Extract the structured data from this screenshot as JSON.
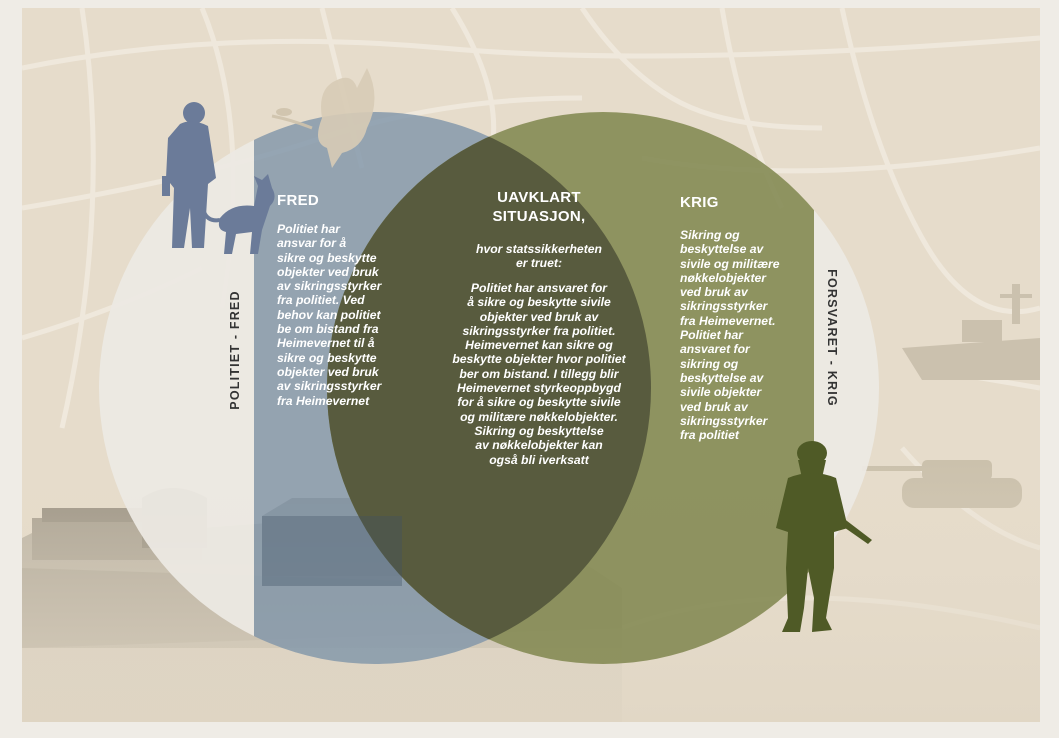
{
  "colors": {
    "background": "#e6dccb",
    "fred_circle": "#8196aa",
    "krig_circle": "#878c57",
    "overlap": "#55593c",
    "side_band": "#ece9e3",
    "label_text": "#333333"
  },
  "icons": [
    "police-officer-icon",
    "police-dog-icon",
    "dove-icon",
    "soldier-icon",
    "warship-icon",
    "tank-icon",
    "fortress-photo"
  ],
  "left_band": {
    "label": "POLITIET - FRED"
  },
  "right_band": {
    "label": "FORSVARET - KRIG"
  },
  "fred": {
    "title": "FRED",
    "lines": [
      "Politiet har",
      "ansvar for å",
      "sikre og beskytte",
      "objekter ved bruk",
      "av sikringsstyrker",
      "fra politiet. Ved",
      "behov kan politiet",
      "be om bistand fra",
      "Heimevernet til å",
      "sikre og beskytte",
      "objekter ved bruk",
      "av sikringsstyrker",
      "fra Heimevernet"
    ]
  },
  "uavklart": {
    "title_line1": "UAVKLART",
    "title_line2": "SITUASJON,",
    "subtitle_line1": "hvor statssikkerheten",
    "subtitle_line2": "er truet:",
    "lines": [
      "Politiet har ansvaret for",
      "å sikre og beskytte sivile",
      "objekter ved bruk av",
      "sikringsstyrker fra politiet.",
      "Heimevernet kan sikre og",
      "beskytte objekter hvor politiet",
      "ber om bistand. I tillegg blir",
      "Heimevernet styrkeoppbygd",
      "for å sikre og beskytte sivile",
      "og militære nøkkelobjekter.",
      "Sikring og beskyttelse",
      "av nøkkelobjekter kan",
      "også bli iverksatt"
    ]
  },
  "krig": {
    "title": "KRIG",
    "lines": [
      "Sikring og",
      "beskyttelse av",
      "sivile og militære",
      "nøkkelobjekter",
      "ved bruk av",
      "sikringsstyrker",
      "fra Heimevernet.",
      "Politiet har",
      "ansvaret for",
      "sikring og",
      "beskyttelse av",
      "sivile objekter",
      "ved bruk av",
      "sikringsstyrker",
      "fra politiet"
    ]
  }
}
